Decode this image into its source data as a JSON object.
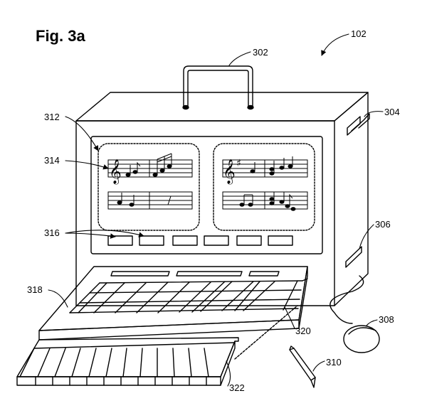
{
  "figure": {
    "title": "Fig. 3a",
    "refs": {
      "device": "102",
      "handle": "302",
      "side_port": "304",
      "side_slot": "306",
      "mouse": "308",
      "stylus": "310",
      "display": "312",
      "notation": "314",
      "soft_buttons": "316",
      "keyboard": "318",
      "hinge": "320",
      "piano_keys": "322"
    }
  }
}
